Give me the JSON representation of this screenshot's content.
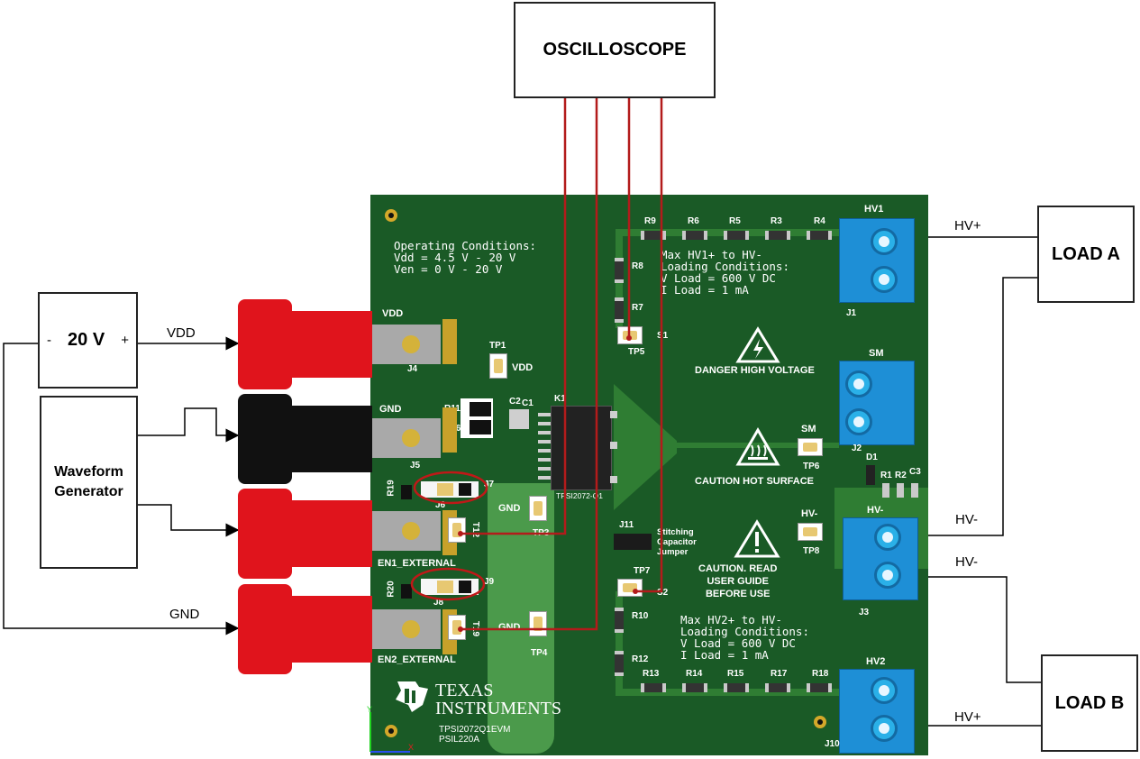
{
  "instruments": {
    "oscilloscope": "OSCILLOSCOPE",
    "supply": {
      "minus": "-",
      "voltage": "20 V",
      "plus": "+"
    },
    "waveform_generator": "Waveform\nGenerator",
    "load_a": "LOAD A",
    "load_b": "LOAD B"
  },
  "wires": {
    "vdd": "VDD",
    "gnd": "GND",
    "hv1_plus": "HV+",
    "hv_minus_a": "HV-",
    "hv_minus_b": "HV-",
    "hv2_plus": "HV+"
  },
  "board": {
    "operating_conditions": "Operating Conditions:\nVdd = 4.5 V - 20 V\nVen = 0 V - 20 V",
    "hv1_conditions": "Max HV1+ to HV-\nLoading Conditions:\nV Load = 600 V DC\nI Load = 1 mA",
    "hv2_conditions": "Max HV2+ to HV-\nLoading Conditions:\nV Load = 600 V DC\nI Load = 1 mA",
    "danger": "DANGER HIGH VOLTAGE",
    "caution_hot": "CAUTION HOT SURFACE",
    "caution_read": "CAUTION. READ\nUSER GUIDE\nBEFORE USE",
    "stitching": "Stitching\nCapacitor\nJumper",
    "ic_label": "TPSI2072-Q1",
    "brand_top": "TEXAS",
    "brand_bottom": "INSTRUMENTS",
    "board_name": "TPSI2072Q1EVM",
    "board_pn": "PSIL220A",
    "connectors": {
      "vdd": "VDD",
      "j4": "J4",
      "gnd": "GND",
      "j5": "J5",
      "en1": "EN1_EXTERNAL",
      "en2": "EN2_EXTERNAL",
      "hv1": "HV1",
      "j1": "J1",
      "sm": "SM",
      "j2": "J2",
      "hvm": "HV-",
      "j3": "J3",
      "hv2": "HV2",
      "j10": "J10"
    },
    "testpoints": {
      "tp1": "TP1",
      "tp1_lbl": "VDD",
      "tp3_lbl": "GND",
      "tp3": "TP3",
      "tp4_lbl": "GND",
      "tp4": "TP4",
      "tp5": "TP5",
      "s1": "S1",
      "tp6_lbl": "SM",
      "tp6": "TP6",
      "tp7": "TP7",
      "s2": "S2",
      "tp8_lbl": "HV-",
      "tp8": "TP8",
      "t12": "T12",
      "t19": "T19"
    },
    "refs": {
      "r9": "R9",
      "r6": "R6",
      "r5": "R5",
      "r3": "R3",
      "r4": "R4",
      "r8": "R8",
      "r7": "R7",
      "r10": "R10",
      "r12": "R12",
      "r13": "R13",
      "r14": "R14",
      "r15": "R15",
      "r17": "R17",
      "r18": "R18",
      "r11": "R11",
      "r16": "R16",
      "r19": "R19",
      "r20": "R20",
      "c2": "C2",
      "c1": "C1",
      "k1": "K1",
      "j7": "J7",
      "j6": "J6",
      "j9": "J9",
      "j8": "J8",
      "j11": "J11",
      "d1": "D1",
      "r1": "R1",
      "r2": "R2",
      "c3": "C3"
    }
  },
  "colors": {
    "probe_wire": "#b31b1b",
    "board": "#1a5a26",
    "terminal_blue": "#1e8fd6",
    "banana_red": "#e0141c",
    "banana_black": "#111111",
    "highlight_ellipse": "#c01818"
  }
}
